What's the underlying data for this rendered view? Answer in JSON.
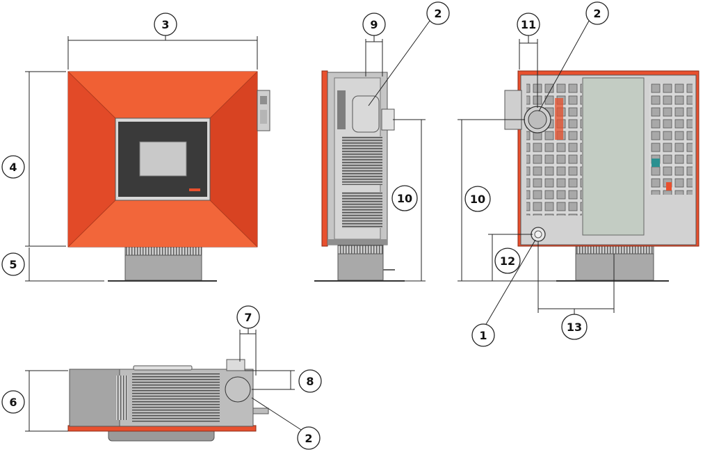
{
  "colors": {
    "body_red": "#e8502e",
    "panel_dark": "#3a3a3a",
    "glass_grey": "#c9c9c9",
    "steel": "#9a9a9a",
    "steel_light": "#d4d4d4"
  },
  "callouts": {
    "c1": "1",
    "c2": "2",
    "c3": "3",
    "c4": "4",
    "c5": "5",
    "c6": "6",
    "c7": "7",
    "c8": "8",
    "c9": "9",
    "c10": "10",
    "c11": "11",
    "c12": "12",
    "c13": "13"
  }
}
